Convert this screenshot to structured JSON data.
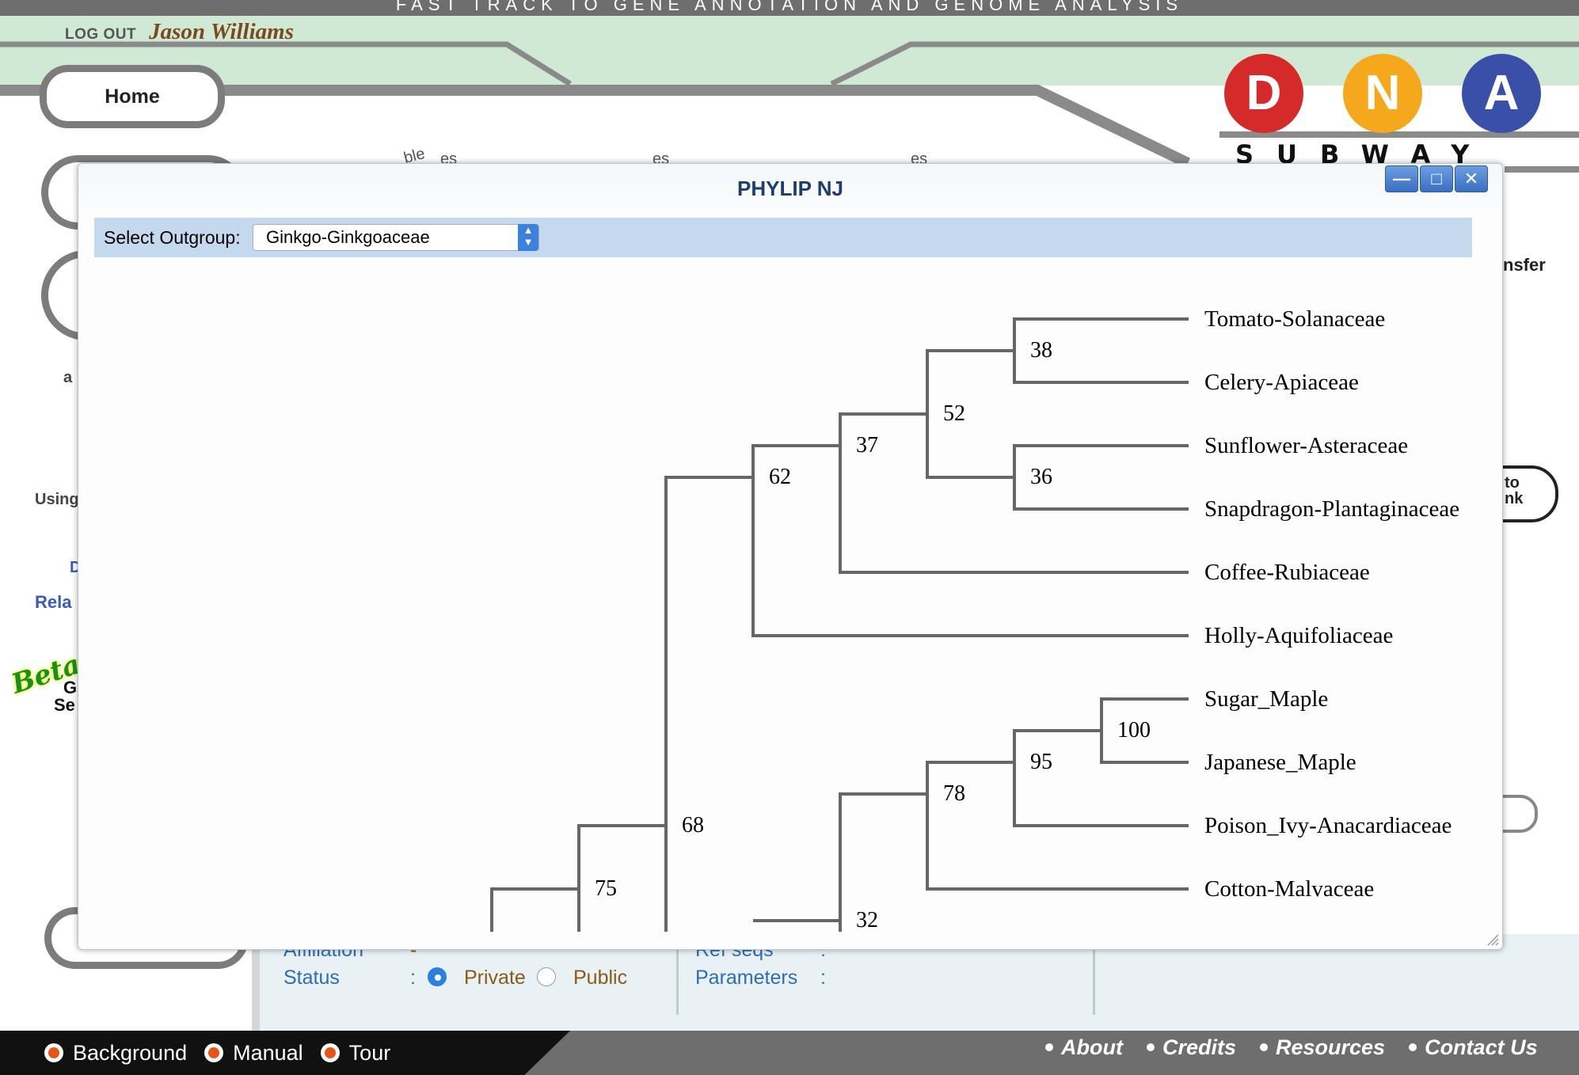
{
  "header": {
    "banner": "FAST TRACK TO GENE ANNOTATION AND GENOME ANALYSIS",
    "logout_label": "LOG OUT",
    "username": "Jason Williams"
  },
  "nav": {
    "home_label": "Home"
  },
  "logo": {
    "letters": [
      "D",
      "N",
      "A"
    ],
    "colors": [
      "#d52a2a",
      "#f6a81c",
      "#3a4fa8"
    ],
    "subway": "SUBWAY"
  },
  "background_fragments": {
    "top_arc_labels": [
      "ble",
      "es",
      "es",
      "es"
    ],
    "right_transfer": "nsfer",
    "right_button": [
      "to",
      "nk"
    ],
    "left_a": "a",
    "left_using": "Using",
    "left_d": "D",
    "left_rela": "Rela",
    "beta": "Beta",
    "left_g": "G",
    "left_se": "Se"
  },
  "modal": {
    "title": "PHYLIP NJ",
    "controls": [
      "minimize-icon",
      "maximize-icon",
      "close-icon"
    ],
    "outgroup_label": "Select Outgroup:",
    "outgroup_value": "Ginkgo-Ginkgoaceae"
  },
  "tree": {
    "taxa": [
      "Tomato-Solanaceae",
      "Celery-Apiaceae",
      "Sunflower-Asteraceae",
      "Snapdragon-Plantaginaceae",
      "Coffee-Rubiaceae",
      "Holly-Aquifoliaceae",
      "Sugar_Maple",
      "Japanese_Maple",
      "Poison_Ivy-Anacardiaceae",
      "Cotton-Malvaceae"
    ],
    "bootstrap": [
      "38",
      "52",
      "36",
      "37",
      "62",
      "100",
      "95",
      "78",
      "32",
      "68",
      "75"
    ]
  },
  "project_panel": {
    "affiliation_label": "Affiliation",
    "affiliation_value": "-",
    "status_label": "Status",
    "colon": ":",
    "private_label": "Private",
    "public_label": "Public",
    "status_value": "Private",
    "refseqs_label": "Ref seqs",
    "parameters_label": "Parameters"
  },
  "footer": {
    "left_items": [
      "Background",
      "Manual",
      "Tour"
    ],
    "right_links": [
      "About",
      "Credits",
      "Resources",
      "Contact Us"
    ]
  }
}
